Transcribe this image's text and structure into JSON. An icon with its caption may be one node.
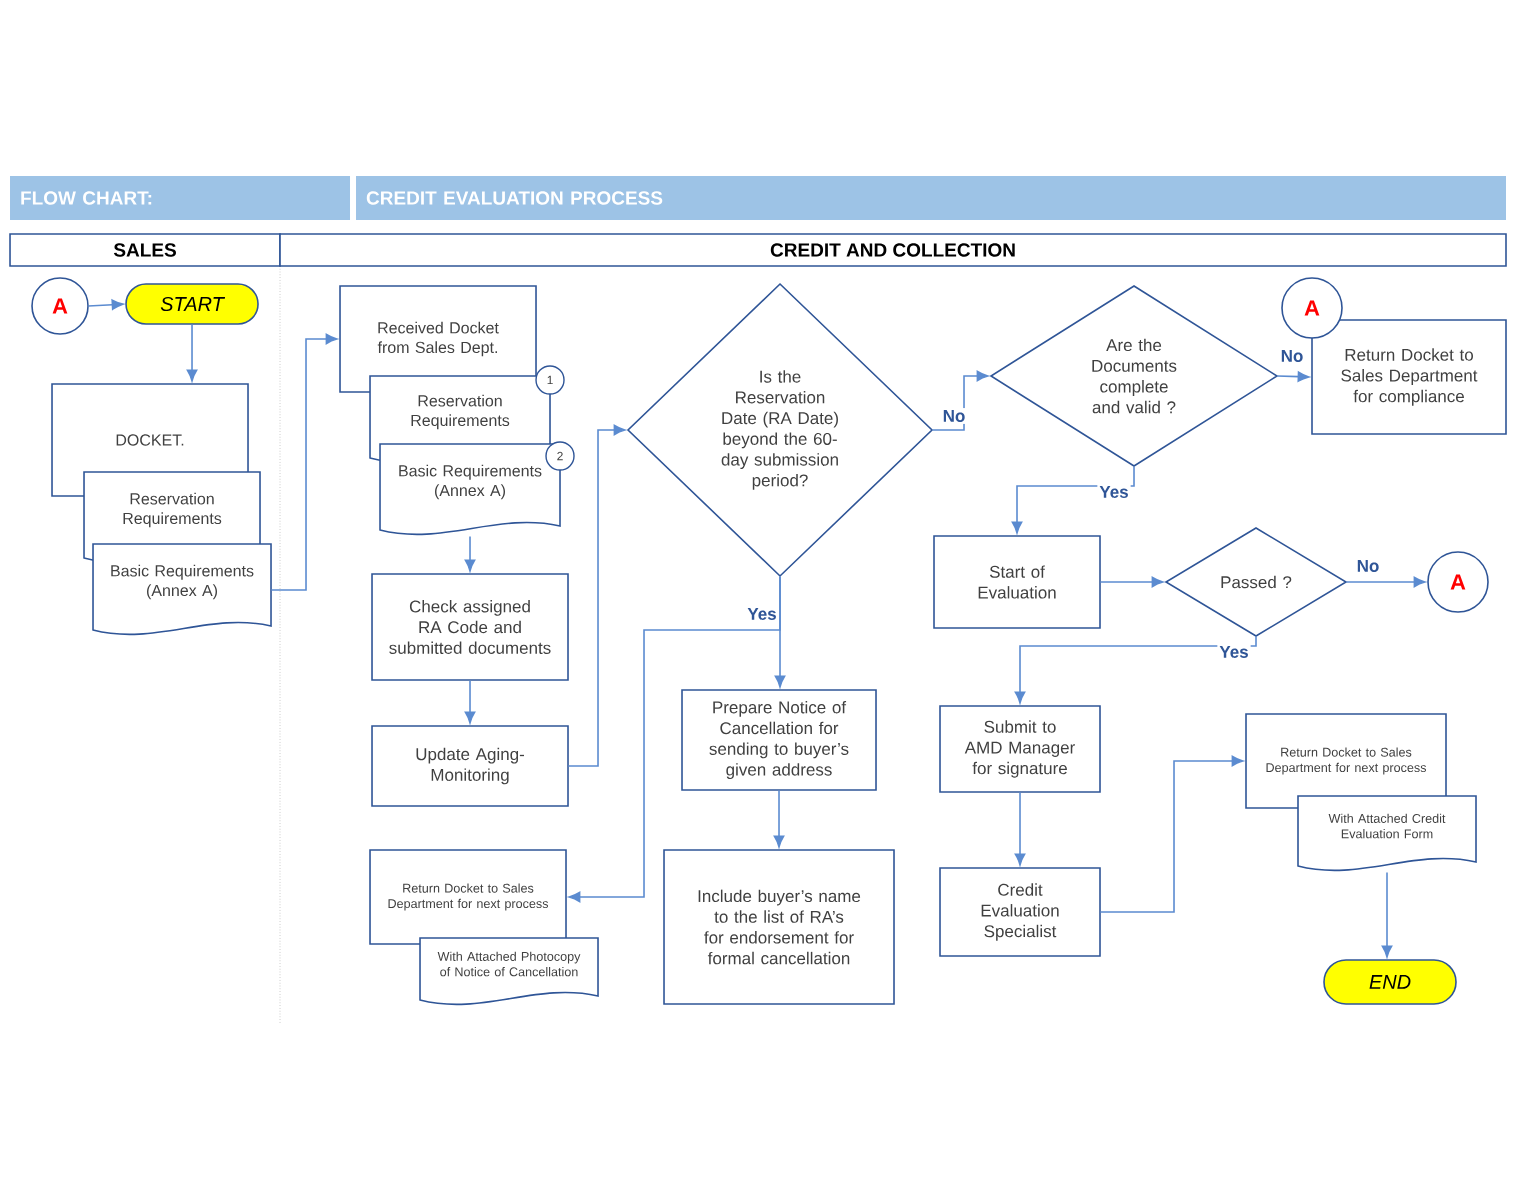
{
  "diagram": {
    "nodes": [
      {
        "text": [
          "FLOW CHART:"
        ]
      },
      {
        "text": [
          "CREDIT EVALUATION PROCESS"
        ]
      },
      {
        "text": [
          "SALES"
        ]
      },
      {
        "text": [
          "CREDIT AND COLLECTION"
        ]
      },
      {
        "text": [
          "A"
        ]
      },
      {
        "text": [
          "START"
        ]
      },
      {
        "text": [
          "DOCKET."
        ]
      },
      {
        "text": [
          "Reservation Requirements"
        ]
      },
      {
        "text": [
          "Basic Requirements (Annex A)"
        ]
      },
      {
        "text": [
          "Received Docket from Sales Dept."
        ]
      },
      {
        "text": [
          "Reservation Requirements"
        ]
      },
      {
        "text": [
          "Basic Requirements (Annex A)"
        ]
      },
      {
        "text": [
          "1"
        ]
      },
      {
        "text": [
          "2"
        ]
      },
      {
        "text": [
          "Check assigned RA Code and submitted documents"
        ]
      },
      {
        "text": [
          "Update Aging-Monitoring"
        ]
      },
      {
        "text": [
          "Is the Reservation Date (RA Date) beyond the 60-day submission period?"
        ]
      },
      {
        "text": [
          "Prepare Notice of Cancellation for sending to buyer’s given address"
        ]
      },
      {
        "text": [
          "Include buyer’s name to the list of RA’s for endorsement for formal cancellation"
        ]
      },
      {
        "text": [
          "Return Docket to Sales Department for next process"
        ]
      },
      {
        "text": [
          "With Attached Photocopy of Notice of Cancellation"
        ]
      },
      {
        "text": [
          "Are the Documents complete and valid ?"
        ]
      },
      {
        "text": [
          "A"
        ]
      },
      {
        "text": [
          "Return Docket to Sales Department for compliance"
        ]
      },
      {
        "text": [
          "Start of Evaluation"
        ]
      },
      {
        "text": [
          "Passed ?"
        ]
      },
      {
        "text": [
          "A"
        ]
      },
      {
        "text": [
          "Submit to AMD Manager for signature"
        ]
      },
      {
        "text": [
          "Credit Evaluation Specialist"
        ]
      },
      {
        "text": [
          "Return Docket to Sales Department for next process"
        ]
      },
      {
        "text": [
          "With Attached Credit Evaluation Form"
        ]
      },
      {
        "text": [
          "END"
        ]
      }
    ],
    "edges": [
      {
        "from": 4,
        "to": 5,
        "arrow": "to"
      },
      {
        "from": 5,
        "to": 6,
        "arrow": "to"
      },
      {
        "from": 8,
        "to": 9,
        "arrow": "to"
      },
      {
        "from": 11,
        "to": 14,
        "arrow": "to"
      },
      {
        "from": 14,
        "to": 15,
        "arrow": "to"
      },
      {
        "from": 15,
        "to": 16,
        "arrow": "to"
      },
      {
        "from": 16,
        "to": 21,
        "arrow": "to",
        "label": "No"
      },
      {
        "from": 16,
        "to": 17,
        "arrow": "to",
        "label": "Yes"
      },
      {
        "from": 16,
        "to": 19,
        "arrow": "to"
      },
      {
        "from": 17,
        "to": 18,
        "arrow": "to"
      },
      {
        "from": 21,
        "to": 23,
        "arrow": "to",
        "label": "No"
      },
      {
        "from": 21,
        "to": 24,
        "arrow": "to",
        "label": "Yes"
      },
      {
        "from": 24,
        "to": 25,
        "arrow": "to"
      },
      {
        "from": 25,
        "to": 26,
        "arrow": "to",
        "label": "No"
      },
      {
        "from": 25,
        "to": 27,
        "arrow": "to",
        "label": "Yes"
      },
      {
        "from": 27,
        "to": 28,
        "arrow": "to"
      },
      {
        "from": 28,
        "to": 29,
        "arrow": "to"
      },
      {
        "from": 30,
        "to": 31,
        "arrow": "to"
      }
    ]
  }
}
